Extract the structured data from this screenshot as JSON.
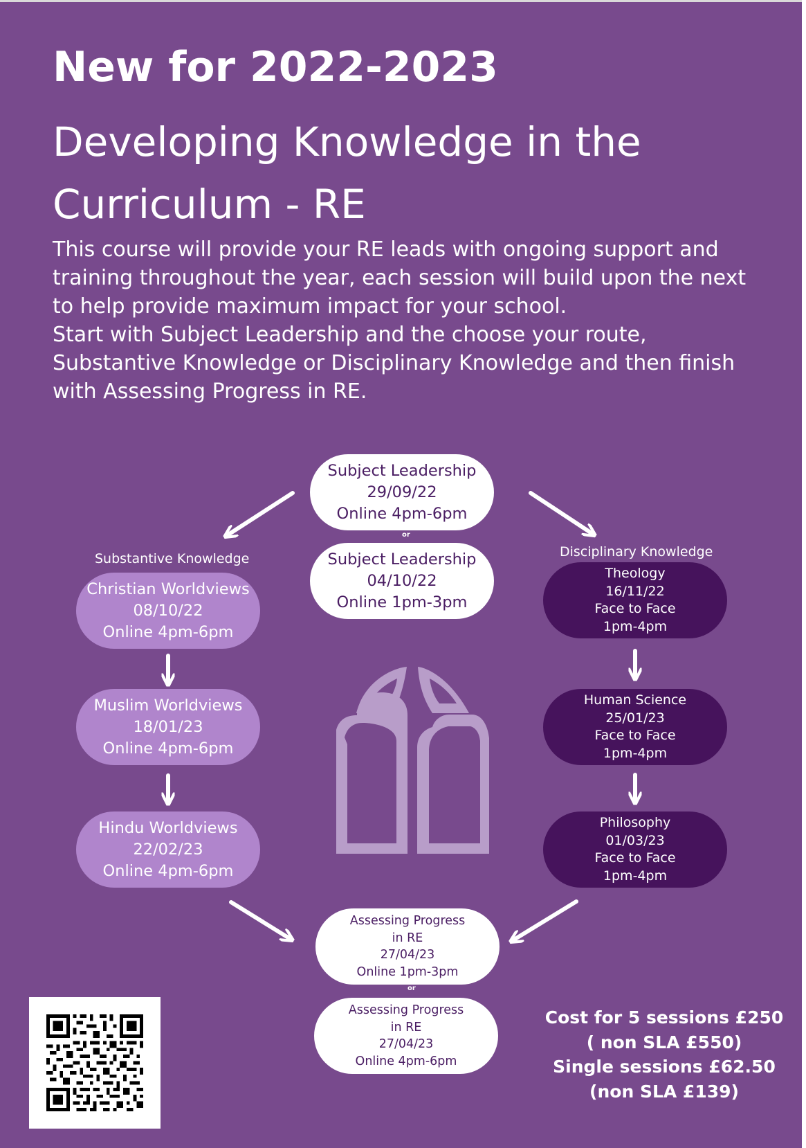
{
  "header": {
    "kicker": "New for 2022-2023",
    "title": "Developing Knowledge in the Curriculum - RE"
  },
  "intro": {
    "paragraph_1": "This course will provide your RE leads with ongoing support and training throughout the year, each session will build upon the next to help provide maximum impact for your school.",
    "paragraph_2": "Start with Subject Leadership and the choose your route, Substantive Knowledge or Disciplinary Knowledge and then finish with Assessing Progress in RE."
  },
  "flow": {
    "or_label": "or",
    "start": [
      {
        "name": "Subject Leadership",
        "date": "29/09/22",
        "time": "Online 4pm-6pm"
      },
      {
        "name": "Subject Leadership",
        "date": "04/10/22",
        "time": "Online 1pm-3pm"
      }
    ],
    "substantive": {
      "label": "Substantive Knowledge",
      "sessions": [
        {
          "name": "Christian Worldviews",
          "date": "08/10/22",
          "time": "Online 4pm-6pm"
        },
        {
          "name": "Muslim Worldviews",
          "date": "18/01/23",
          "time": "Online 4pm-6pm"
        },
        {
          "name": "Hindu Worldviews",
          "date": "22/02/23",
          "time": "Online 4pm-6pm"
        }
      ]
    },
    "disciplinary": {
      "label": "Disciplinary Knowledge",
      "sessions": [
        {
          "name": "Theology",
          "date": "16/11/22",
          "mode": "Face to Face",
          "time": "1pm-4pm"
        },
        {
          "name": "Human Science",
          "date": "25/01/23",
          "mode": "Face to Face",
          "time": "1pm-4pm"
        },
        {
          "name": "Philosophy",
          "date": "01/03/23",
          "mode": "Face to Face",
          "time": "1pm-4pm"
        }
      ]
    },
    "finish": [
      {
        "name_line1": "Assessing Progress",
        "name_line2": "in RE",
        "date": "27/04/23",
        "time": "Online 1pm-3pm"
      },
      {
        "name_line1": "Assessing Progress",
        "name_line2": "in RE",
        "date": "27/04/23",
        "time": "Online 4pm-6pm"
      }
    ]
  },
  "cost": {
    "line1": "Cost for 5 sessions £250",
    "line2": "( non SLA £550)",
    "line3": "Single sessions £62.50",
    "line4": "(non SLA £139)"
  },
  "icons": {
    "center_graphic": "church-window-icon",
    "qr": "qr-code-icon",
    "arrows": "arrow-icon"
  },
  "colors": {
    "background": "#784a8d",
    "light_pill": "#b085cc",
    "dark_pill": "#46135c",
    "white_pill_text": "#4a1d63"
  }
}
